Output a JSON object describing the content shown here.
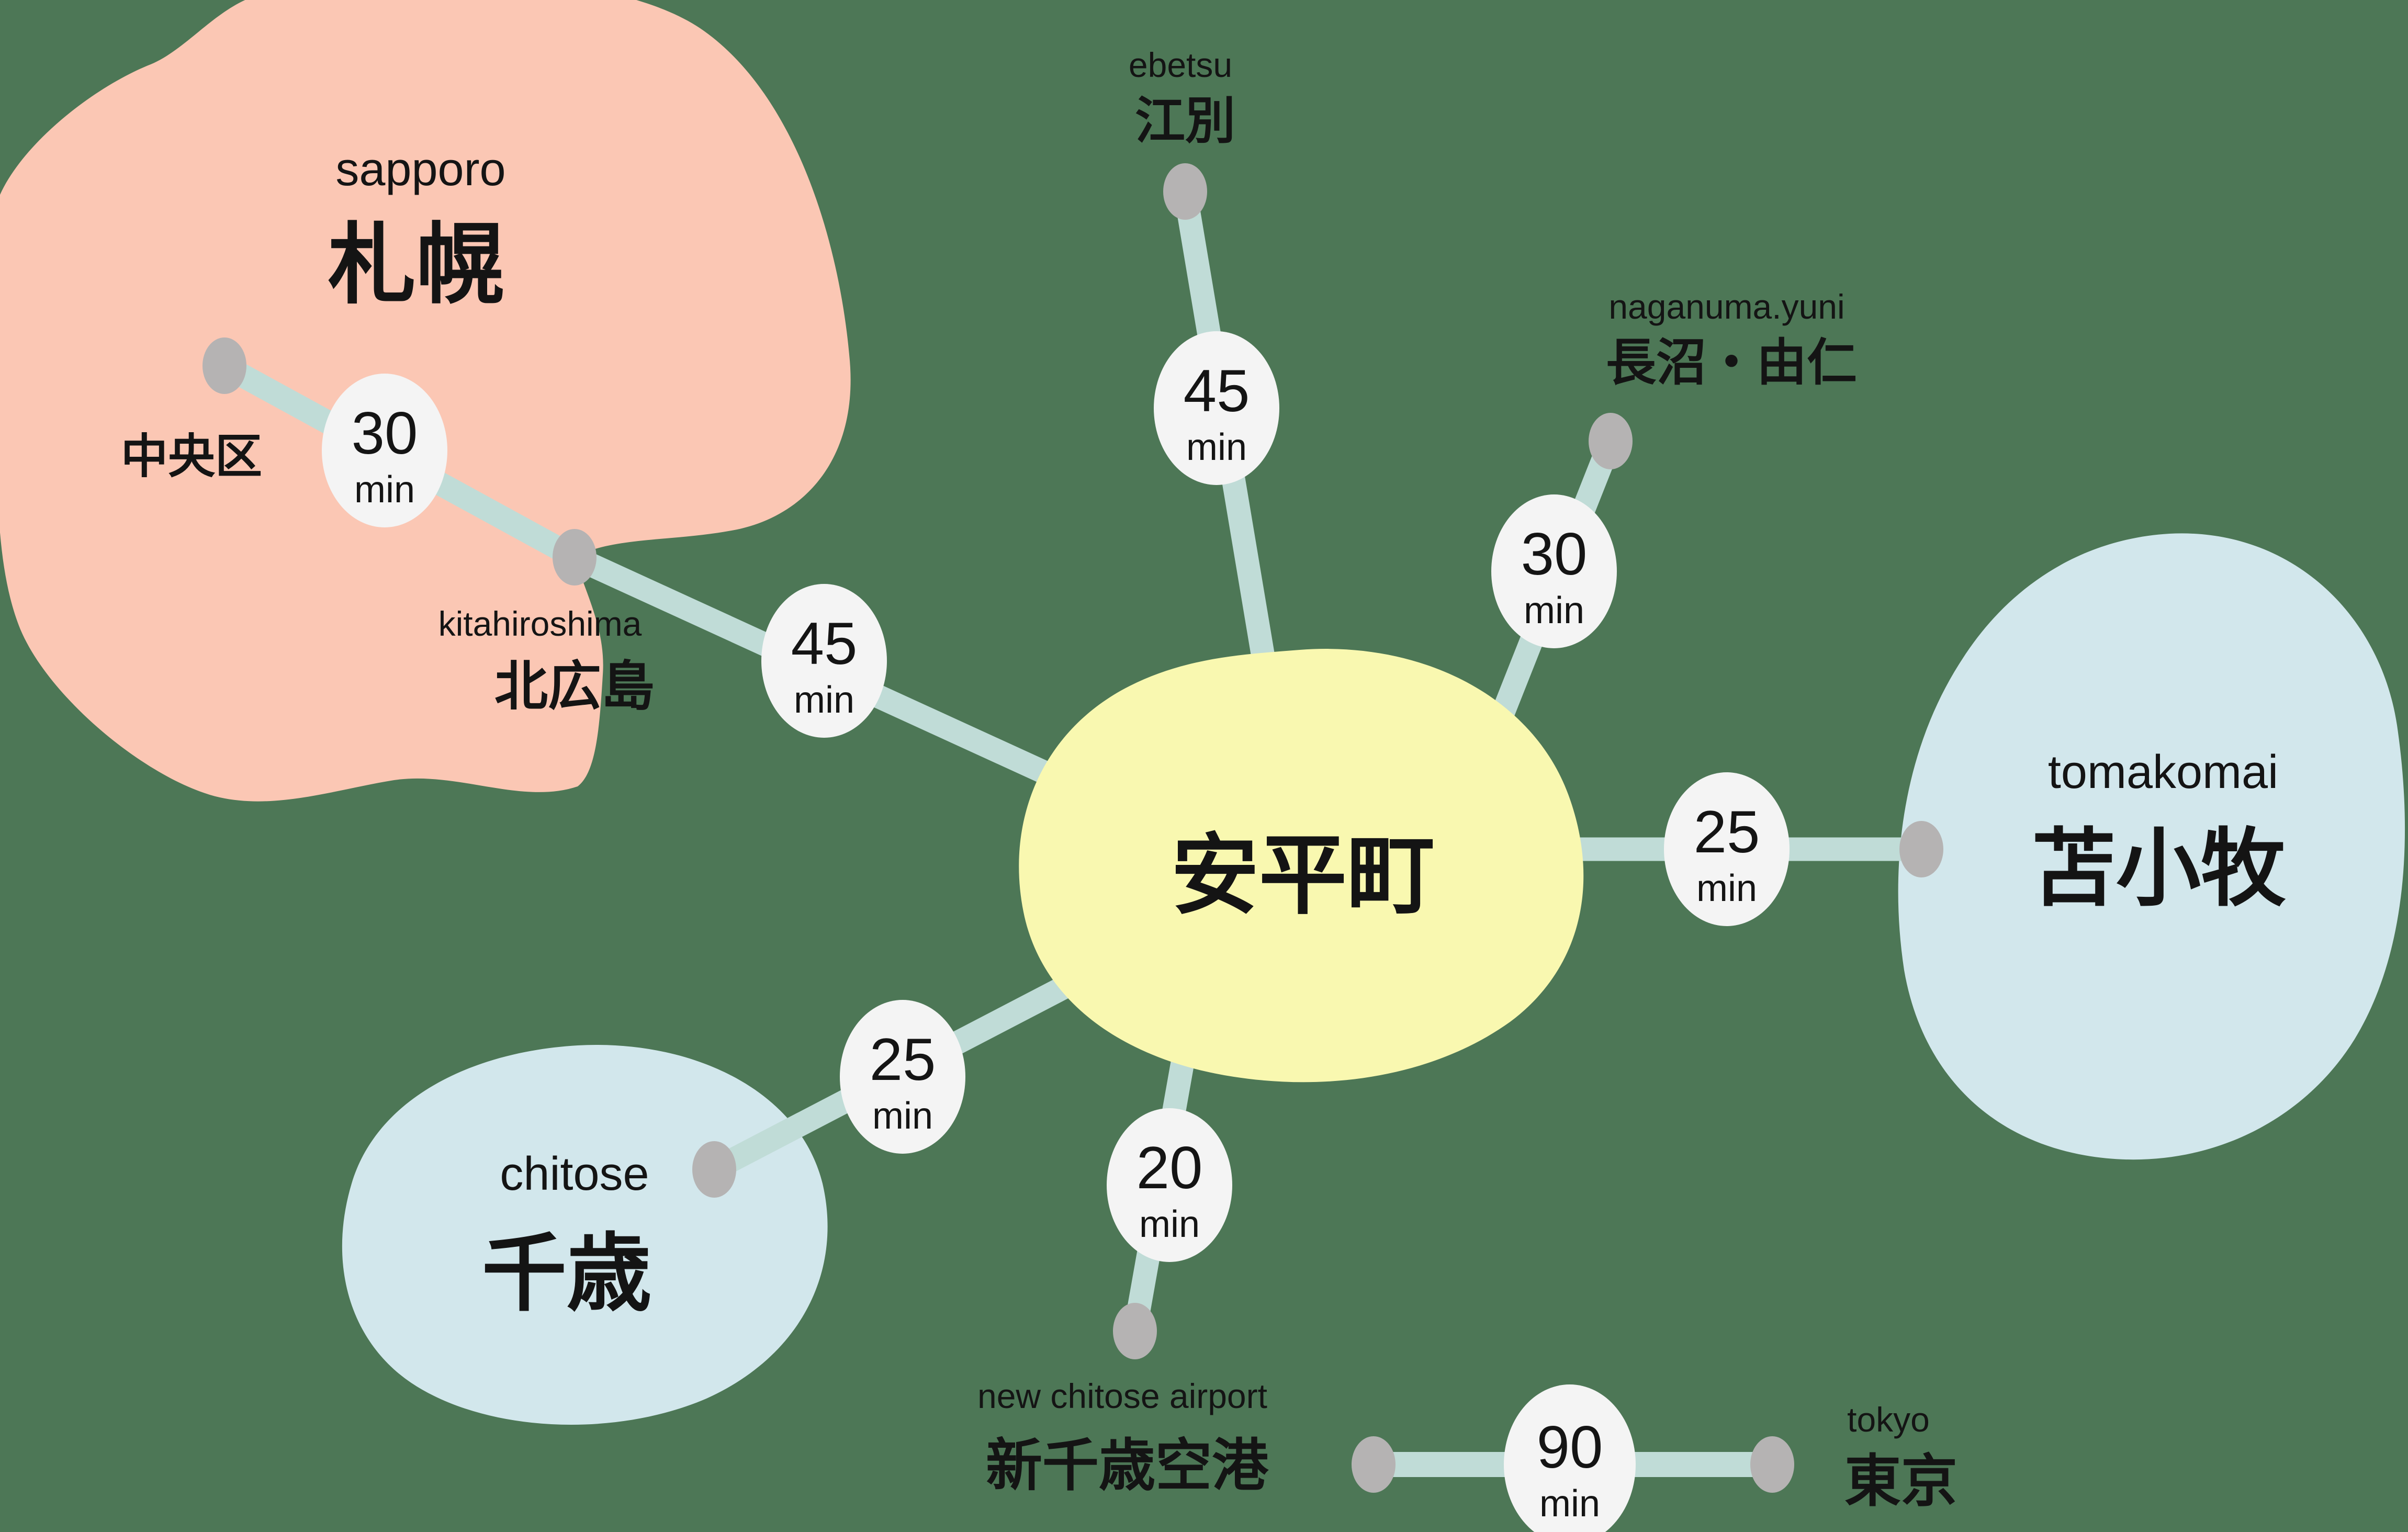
{
  "colors": {
    "background": "#4D7756",
    "sapporo_region": "#FBC7B4",
    "abira_region": "#F9F8B0",
    "coast_region": "#D2E7EC",
    "route_line": "#C0DCD7",
    "badge_fill": "#F4F4F4",
    "node_dot": "#B5B3B3",
    "text": "#141414"
  },
  "places": {
    "abira": {
      "ja": "安平町"
    },
    "sapporo": {
      "en": "sapporo",
      "ja": "札幌"
    },
    "chuoku": {
      "ja": "中央区"
    },
    "kitahiroshima": {
      "en": "kitahiroshima",
      "ja": "北広島"
    },
    "ebetsu": {
      "en": "ebetsu",
      "ja": "江別"
    },
    "naganuma_yuni": {
      "en": "naganuma.yuni",
      "ja": "長沼・由仁"
    },
    "tomakomai": {
      "en": "tomakomai",
      "ja": "苫小牧"
    },
    "chitose": {
      "en": "chitose",
      "ja": "千歳"
    },
    "new_chitose_airport": {
      "en": "new chitose airport",
      "ja": "新千歳空港"
    },
    "tokyo": {
      "en": "tokyo",
      "ja": "東京"
    }
  },
  "travel_times": {
    "chuoku_kitahiroshima": {
      "value": "30",
      "unit": "min"
    },
    "kitahiroshima_abira": {
      "value": "45",
      "unit": "min"
    },
    "ebetsu_abira": {
      "value": "45",
      "unit": "min"
    },
    "naganuma_yuni_abira": {
      "value": "30",
      "unit": "min"
    },
    "tomakomai_abira": {
      "value": "25",
      "unit": "min"
    },
    "chitose_abira": {
      "value": "25",
      "unit": "min"
    },
    "new_chitose_airport_abira": {
      "value": "20",
      "unit": "min"
    },
    "new_chitose_airport_tokyo": {
      "value": "90",
      "unit": "min"
    }
  }
}
